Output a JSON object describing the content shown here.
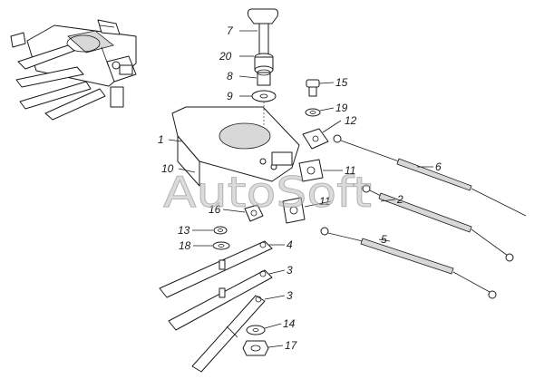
{
  "watermark": {
    "text": "AutoSoft"
  },
  "callouts": {
    "c1": "1",
    "c2": "2",
    "c3a": "3",
    "c3b": "3",
    "c4": "4",
    "c5": "5",
    "c6": "6",
    "c7": "7",
    "c8": "8",
    "c9": "9",
    "c10": "10",
    "c11a": "11",
    "c11b": "11",
    "c12": "12",
    "c13": "13",
    "c14": "14",
    "c15": "15",
    "c16": "16",
    "c17": "17",
    "c18": "18",
    "c19": "19",
    "c20": "20"
  }
}
